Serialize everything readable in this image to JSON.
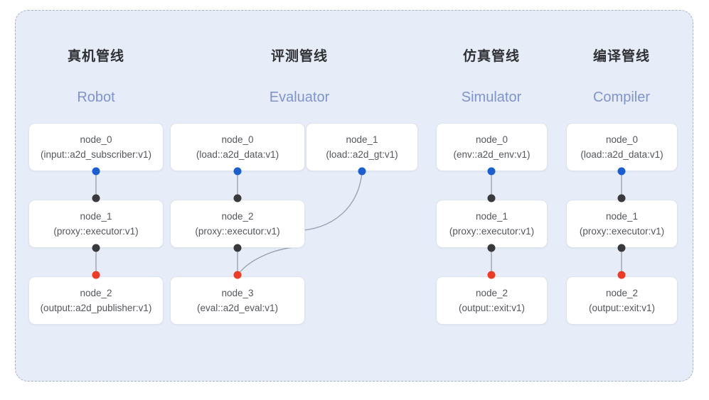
{
  "diagram": {
    "background_color": "#e6ecf8",
    "border_color": "#a9b1c2",
    "node_fill": "#ffffff",
    "node_border": "#dfe3ea",
    "header_color": "#2f3134",
    "subheader_color": "#7f93cf",
    "edge_color": "#9ba3b4",
    "dot_colors": {
      "input": "#1a5fd0",
      "middle": "#3a3a3c",
      "output": "#ee3b25"
    }
  },
  "columns": [
    {
      "header": "真机管线",
      "subheader": "Robot",
      "nodes": [
        {
          "name": "node_0",
          "type": "(input::a2d_subscriber:v1)"
        },
        {
          "name": "node_1",
          "type": "(proxy::executor:v1)"
        },
        {
          "name": "node_2",
          "type": "(output::a2d_publisher:v1)"
        }
      ]
    },
    {
      "header": "评测管线",
      "subheader": "Evaluator",
      "nodes": [
        {
          "name": "node_0",
          "type": "(load::a2d_data:v1)"
        },
        {
          "name": "node_1",
          "type": "(load::a2d_gt:v1)"
        },
        {
          "name": "node_2",
          "type": "(proxy::executor:v1)"
        },
        {
          "name": "node_3",
          "type": "(eval::a2d_eval:v1)"
        }
      ]
    },
    {
      "header": "仿真管线",
      "subheader": "Simulator",
      "nodes": [
        {
          "name": "node_0",
          "type": "(env::a2d_env:v1)"
        },
        {
          "name": "node_1",
          "type": "(proxy::executor:v1)"
        },
        {
          "name": "node_2",
          "type": "(output::exit:v1)"
        }
      ]
    },
    {
      "header": "编译管线",
      "subheader": "Compiler",
      "nodes": [
        {
          "name": "node_0",
          "type": "(load::a2d_data:v1)"
        },
        {
          "name": "node_1",
          "type": "(proxy::executor:v1)"
        },
        {
          "name": "node_2",
          "type": "(output::exit:v1)"
        }
      ]
    }
  ]
}
